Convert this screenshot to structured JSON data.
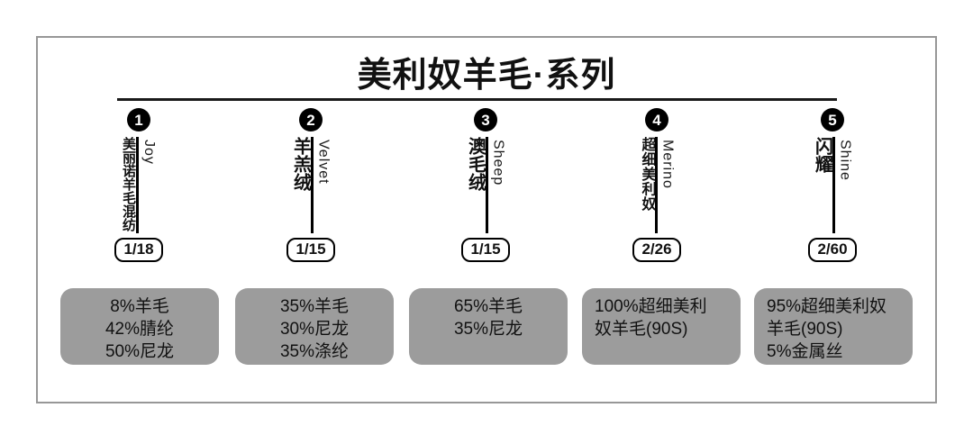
{
  "title": "美利奴羊毛·系列",
  "columns": [
    {
      "number": "1",
      "name_cn": "美丽诺羊毛混纺",
      "name_en": "Joy",
      "ratio": "1/18",
      "composition": [
        "8%羊毛",
        "42%腈纶",
        "50%尼龙"
      ]
    },
    {
      "number": "2",
      "name_cn": "羊羔绒",
      "name_en": "Velvet",
      "ratio": "1/15",
      "composition": [
        "35%羊毛",
        "30%尼龙",
        "35%涤纶"
      ]
    },
    {
      "number": "3",
      "name_cn": "澳毛绒",
      "name_en": "Sheep",
      "ratio": "1/15",
      "composition": [
        "65%羊毛",
        "35%尼龙"
      ]
    },
    {
      "number": "4",
      "name_cn": "超细美利奴",
      "name_en": "Merino",
      "ratio": "2/26",
      "composition": [
        "100%超细美利",
        "奴羊毛(90S)"
      ]
    },
    {
      "number": "5",
      "name_cn": "闪耀",
      "name_en": "Shine",
      "ratio": "2/60",
      "composition": [
        "95%超细美利奴",
        "羊毛(90S)",
        "5%金属丝"
      ]
    }
  ],
  "colors": {
    "ink": "#111111",
    "box_bg": "#9c9c9c",
    "frame_border": "#979797"
  }
}
